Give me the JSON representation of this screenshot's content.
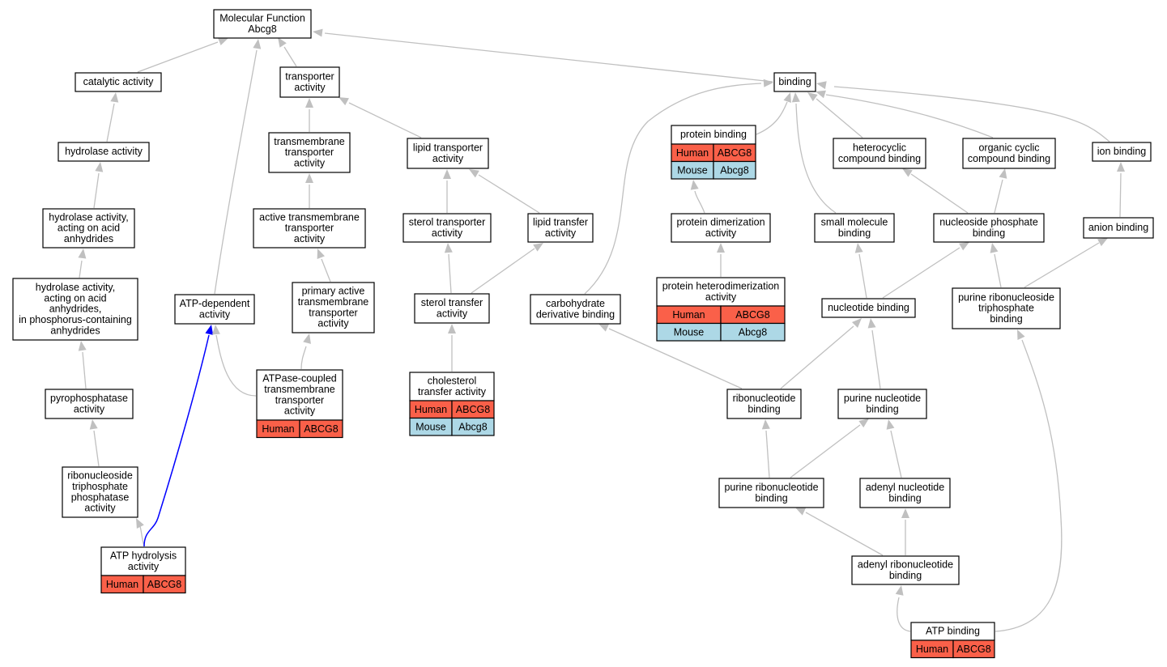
{
  "graph": {
    "colors": {
      "human": "#fa6049",
      "mouse": "#add8e6",
      "edge": "#c0c0c0",
      "edge_highlight": "#0000ff",
      "border": "#000000"
    },
    "nodes": [
      {
        "id": "mf",
        "lines": [
          "Molecular Function",
          "Abcg8"
        ]
      },
      {
        "id": "catalytic",
        "lines": [
          "catalytic activity"
        ]
      },
      {
        "id": "transporter",
        "lines": [
          "transporter",
          "activity"
        ]
      },
      {
        "id": "binding",
        "lines": [
          "binding"
        ]
      },
      {
        "id": "hydrolase",
        "lines": [
          "hydrolase activity"
        ]
      },
      {
        "id": "tm_transporter",
        "lines": [
          "transmembrane",
          "transporter",
          "activity"
        ]
      },
      {
        "id": "lipid_transporter",
        "lines": [
          "lipid transporter",
          "activity"
        ]
      },
      {
        "id": "protein_binding",
        "lines": [
          "protein binding"
        ],
        "genes": [
          {
            "species": "Human",
            "gene": "ABCG8"
          },
          {
            "species": "Mouse",
            "gene": "Abcg8"
          }
        ]
      },
      {
        "id": "heterocyclic",
        "lines": [
          "heterocyclic",
          "compound binding"
        ]
      },
      {
        "id": "organic_cyclic",
        "lines": [
          "organic cyclic",
          "compound binding"
        ]
      },
      {
        "id": "ion_binding",
        "lines": [
          "ion binding"
        ]
      },
      {
        "id": "hydrolase_acid",
        "lines": [
          "hydrolase activity,",
          "acting on acid",
          "anhydrides"
        ]
      },
      {
        "id": "active_tm",
        "lines": [
          "active transmembrane",
          "transporter",
          "activity"
        ]
      },
      {
        "id": "sterol_transporter",
        "lines": [
          "sterol transporter",
          "activity"
        ]
      },
      {
        "id": "lipid_transfer",
        "lines": [
          "lipid transfer",
          "activity"
        ]
      },
      {
        "id": "protein_dimerization",
        "lines": [
          "protein dimerization",
          "activity"
        ]
      },
      {
        "id": "small_molecule",
        "lines": [
          "small molecule",
          "binding"
        ]
      },
      {
        "id": "nucleoside_phosphate",
        "lines": [
          "nucleoside phosphate",
          "binding"
        ]
      },
      {
        "id": "anion_binding",
        "lines": [
          "anion binding"
        ]
      },
      {
        "id": "hydrolase_phos",
        "lines": [
          "hydrolase activity,",
          "acting on acid",
          "anhydrides,",
          "in phosphorus-containing",
          "anhydrides"
        ]
      },
      {
        "id": "atp_dependent",
        "lines": [
          "ATP-dependent",
          "activity"
        ]
      },
      {
        "id": "primary_active",
        "lines": [
          "primary active",
          "transmembrane",
          "transporter",
          "activity"
        ]
      },
      {
        "id": "sterol_transfer",
        "lines": [
          "sterol transfer",
          "activity"
        ]
      },
      {
        "id": "carbohydrate",
        "lines": [
          "carbohydrate",
          "derivative binding"
        ]
      },
      {
        "id": "protein_heterodim",
        "lines": [
          "protein heterodimerization",
          "activity"
        ],
        "genes": [
          {
            "species": "Human",
            "gene": "ABCG8"
          },
          {
            "species": "Mouse",
            "gene": "Abcg8"
          }
        ]
      },
      {
        "id": "nucleotide_binding",
        "lines": [
          "nucleotide binding"
        ]
      },
      {
        "id": "purine_rnstp",
        "lines": [
          "purine ribonucleoside",
          "triphosphate",
          "binding"
        ]
      },
      {
        "id": "pyrophosphatase",
        "lines": [
          "pyrophosphatase",
          "activity"
        ]
      },
      {
        "id": "atpase_coupled",
        "lines": [
          "ATPase-coupled",
          "transmembrane",
          "transporter",
          "activity"
        ],
        "genes": [
          {
            "species": "Human",
            "gene": "ABCG8"
          }
        ]
      },
      {
        "id": "cholesterol_transfer",
        "lines": [
          "cholesterol",
          "transfer activity"
        ],
        "genes": [
          {
            "species": "Human",
            "gene": "ABCG8"
          },
          {
            "species": "Mouse",
            "gene": "Abcg8"
          }
        ]
      },
      {
        "id": "ribonucleotide",
        "lines": [
          "ribonucleotide",
          "binding"
        ]
      },
      {
        "id": "purine_nucleotide",
        "lines": [
          "purine nucleotide",
          "binding"
        ]
      },
      {
        "id": "rnstp_phosphatase",
        "lines": [
          "ribonucleoside",
          "triphosphate",
          "phosphatase",
          "activity"
        ]
      },
      {
        "id": "purine_ribonucleotide",
        "lines": [
          "purine ribonucleotide",
          "binding"
        ]
      },
      {
        "id": "adenyl_nucleotide",
        "lines": [
          "adenyl nucleotide",
          "binding"
        ]
      },
      {
        "id": "atp_hydrolysis",
        "lines": [
          "ATP hydrolysis",
          "activity"
        ],
        "genes": [
          {
            "species": "Human",
            "gene": "ABCG8"
          }
        ]
      },
      {
        "id": "adenyl_ribonucleotide",
        "lines": [
          "adenyl ribonucleotide",
          "binding"
        ]
      },
      {
        "id": "atp_binding",
        "lines": [
          "ATP binding"
        ],
        "genes": [
          {
            "species": "Human",
            "gene": "ABCG8"
          }
        ]
      }
    ],
    "edges": [
      {
        "from": "catalytic",
        "to": "mf"
      },
      {
        "from": "transporter",
        "to": "mf"
      },
      {
        "from": "binding",
        "to": "mf"
      },
      {
        "from": "atp_dependent",
        "to": "mf"
      },
      {
        "from": "hydrolase",
        "to": "catalytic"
      },
      {
        "from": "hydrolase_acid",
        "to": "hydrolase"
      },
      {
        "from": "hydrolase_phos",
        "to": "hydrolase_acid"
      },
      {
        "from": "pyrophosphatase",
        "to": "hydrolase_phos"
      },
      {
        "from": "rnstp_phosphatase",
        "to": "pyrophosphatase"
      },
      {
        "from": "atp_hydrolysis",
        "to": "rnstp_phosphatase"
      },
      {
        "from": "atp_hydrolysis",
        "to": "atp_dependent",
        "highlight": true
      },
      {
        "from": "tm_transporter",
        "to": "transporter"
      },
      {
        "from": "lipid_transporter",
        "to": "transporter"
      },
      {
        "from": "active_tm",
        "to": "tm_transporter"
      },
      {
        "from": "primary_active",
        "to": "active_tm"
      },
      {
        "from": "atpase_coupled",
        "to": "primary_active"
      },
      {
        "from": "atpase_coupled",
        "to": "atp_dependent"
      },
      {
        "from": "sterol_transporter",
        "to": "lipid_transporter"
      },
      {
        "from": "lipid_transfer",
        "to": "lipid_transporter"
      },
      {
        "from": "sterol_transfer",
        "to": "sterol_transporter"
      },
      {
        "from": "sterol_transfer",
        "to": "lipid_transfer"
      },
      {
        "from": "cholesterol_transfer",
        "to": "sterol_transfer"
      },
      {
        "from": "protein_binding",
        "to": "binding"
      },
      {
        "from": "heterocyclic",
        "to": "binding"
      },
      {
        "from": "organic_cyclic",
        "to": "binding"
      },
      {
        "from": "ion_binding",
        "to": "binding"
      },
      {
        "from": "small_molecule",
        "to": "binding"
      },
      {
        "from": "carbohydrate",
        "to": "binding"
      },
      {
        "from": "protein_dimerization",
        "to": "protein_binding"
      },
      {
        "from": "protein_heterodim",
        "to": "protein_dimerization"
      },
      {
        "from": "nucleoside_phosphate",
        "to": "heterocyclic"
      },
      {
        "from": "nucleoside_phosphate",
        "to": "organic_cyclic"
      },
      {
        "from": "anion_binding",
        "to": "ion_binding"
      },
      {
        "from": "nucleotide_binding",
        "to": "small_molecule"
      },
      {
        "from": "nucleotide_binding",
        "to": "nucleoside_phosphate"
      },
      {
        "from": "purine_rnstp",
        "to": "nucleoside_phosphate"
      },
      {
        "from": "purine_rnstp",
        "to": "anion_binding"
      },
      {
        "from": "ribonucleotide",
        "to": "carbohydrate"
      },
      {
        "from": "ribonucleotide",
        "to": "nucleotide_binding"
      },
      {
        "from": "purine_nucleotide",
        "to": "nucleotide_binding"
      },
      {
        "from": "purine_ribonucleotide",
        "to": "ribonucleotide"
      },
      {
        "from": "purine_ribonucleotide",
        "to": "purine_nucleotide"
      },
      {
        "from": "adenyl_nucleotide",
        "to": "purine_nucleotide"
      },
      {
        "from": "adenyl_ribonucleotide",
        "to": "purine_ribonucleotide"
      },
      {
        "from": "adenyl_ribonucleotide",
        "to": "adenyl_nucleotide"
      },
      {
        "from": "atp_binding",
        "to": "adenyl_ribonucleotide"
      },
      {
        "from": "atp_binding",
        "to": "purine_rnstp"
      }
    ]
  }
}
